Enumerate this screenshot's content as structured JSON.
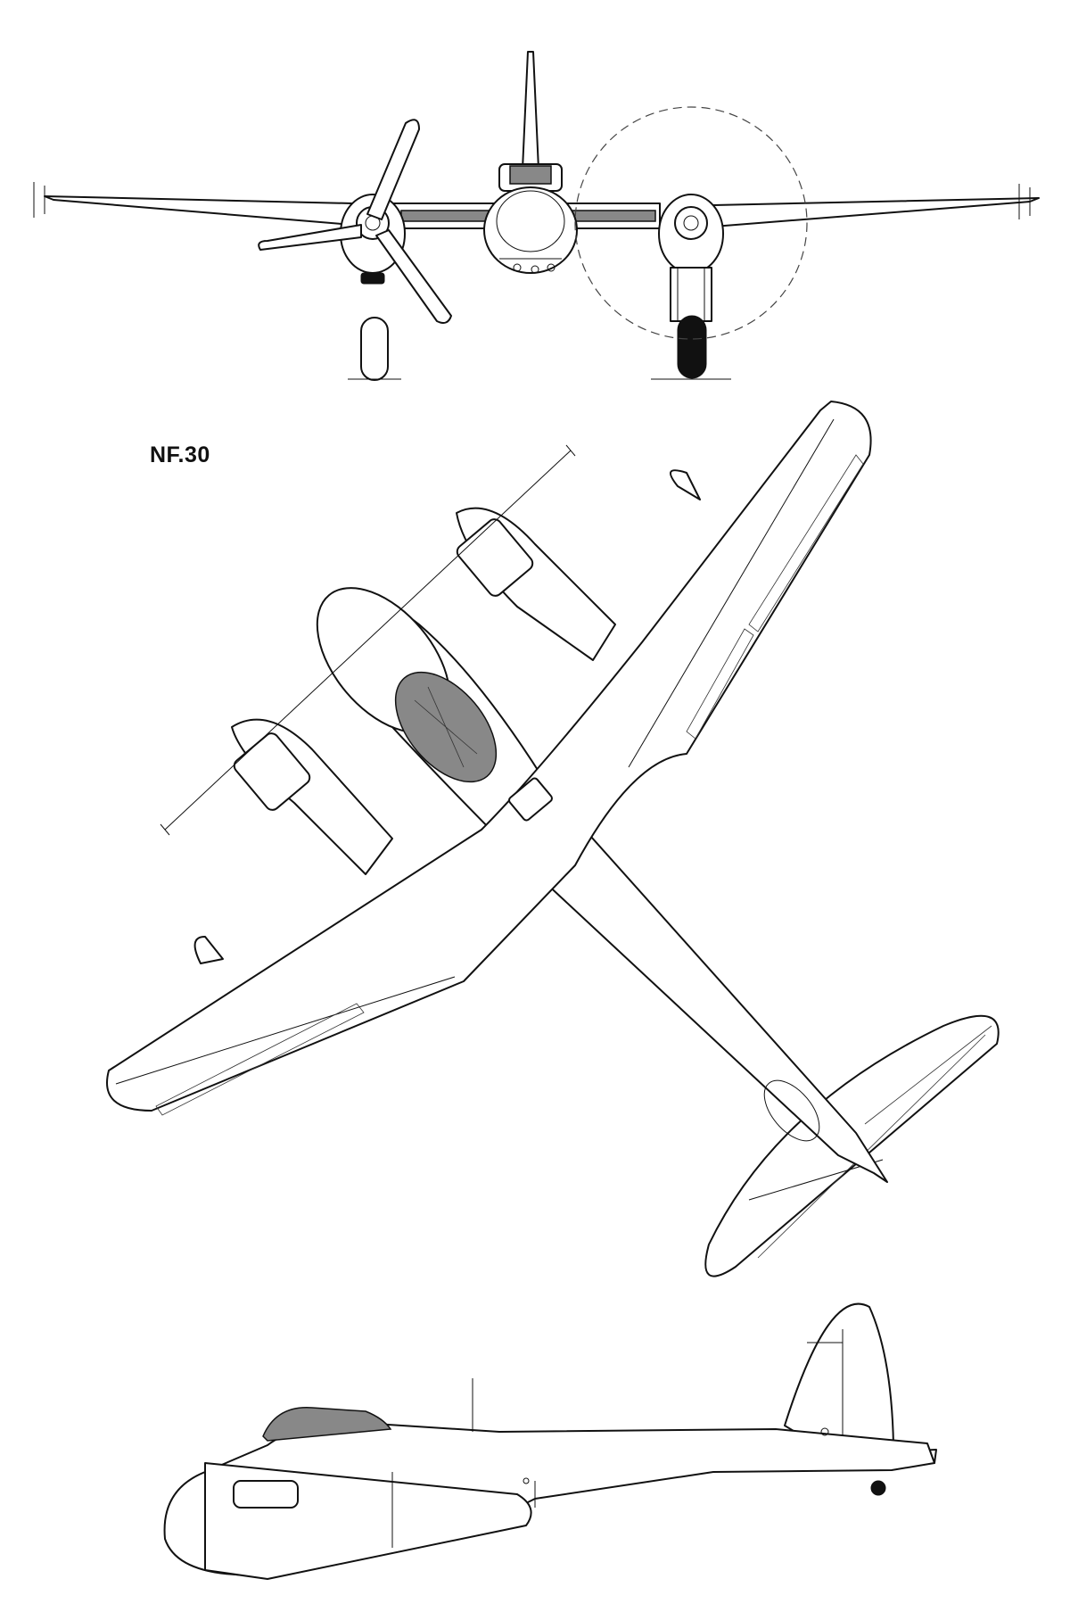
{
  "drawing": {
    "variant_label": "NF.30",
    "views": [
      {
        "id": "front"
      },
      {
        "id": "top"
      },
      {
        "id": "side"
      }
    ]
  }
}
